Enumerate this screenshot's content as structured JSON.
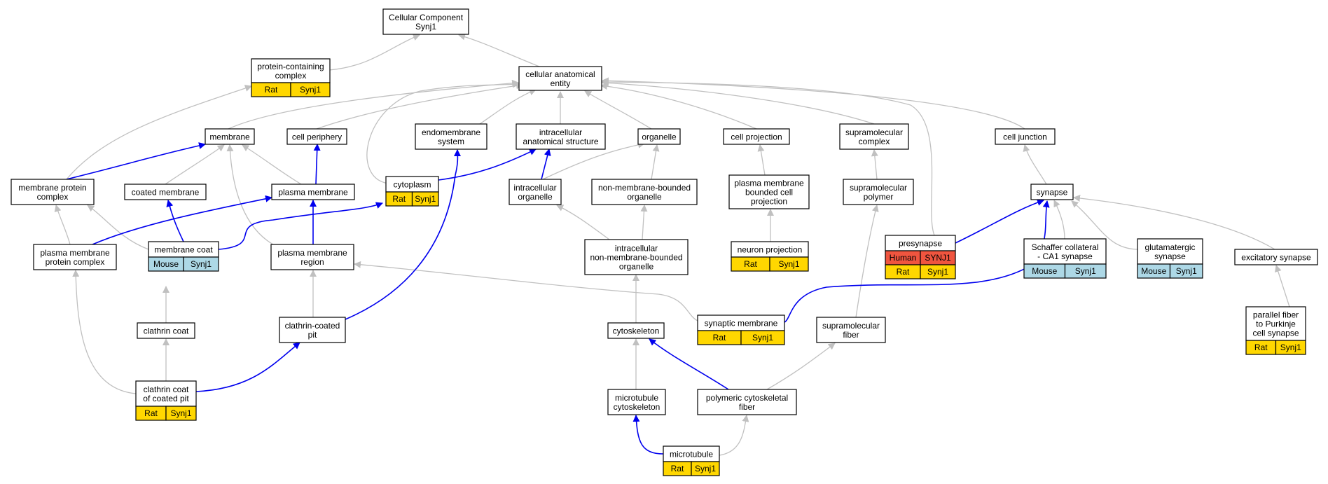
{
  "colors": {
    "edge_is_a": "#c0c0c0",
    "edge_part_of": "#0000ee",
    "node_border": "#000000",
    "rat": "#ffd700",
    "mouse": "#add8e6",
    "human": "#f0553f"
  },
  "nodes": [
    {
      "id": "root",
      "lines": [
        "Cellular Component",
        "Synj1"
      ]
    },
    {
      "id": "pcc",
      "lines": [
        "protein-containing",
        "complex"
      ],
      "species": [
        {
          "org": "Rat",
          "gene": "Synj1"
        }
      ]
    },
    {
      "id": "cae",
      "lines": [
        "cellular anatomical",
        "entity"
      ]
    },
    {
      "id": "membrane",
      "lines": [
        "membrane"
      ]
    },
    {
      "id": "cellperiph",
      "lines": [
        "cell periphery"
      ]
    },
    {
      "id": "endomem",
      "lines": [
        "endomembrane",
        "system"
      ]
    },
    {
      "id": "ias",
      "lines": [
        "intracellular",
        "anatomical structure"
      ]
    },
    {
      "id": "organelle",
      "lines": [
        "organelle"
      ]
    },
    {
      "id": "cellproj",
      "lines": [
        "cell projection"
      ]
    },
    {
      "id": "supracomplex",
      "lines": [
        "supramolecular",
        "complex"
      ]
    },
    {
      "id": "celljunction",
      "lines": [
        "cell junction"
      ]
    },
    {
      "id": "mpc",
      "lines": [
        "membrane protein",
        "complex"
      ]
    },
    {
      "id": "coatedmem",
      "lines": [
        "coated membrane"
      ]
    },
    {
      "id": "plasmamem",
      "lines": [
        "plasma membrane"
      ]
    },
    {
      "id": "cytoplasm",
      "lines": [
        "cytoplasm"
      ],
      "species": [
        {
          "org": "Rat",
          "gene": "Synj1"
        }
      ]
    },
    {
      "id": "intraorg",
      "lines": [
        "intracellular",
        "organelle"
      ]
    },
    {
      "id": "nmbo",
      "lines": [
        "non-membrane-bounded",
        "organelle"
      ]
    },
    {
      "id": "pmbcp",
      "lines": [
        "plasma membrane",
        "bounded cell",
        "projection"
      ]
    },
    {
      "id": "suprapoly",
      "lines": [
        "supramolecular",
        "polymer"
      ]
    },
    {
      "id": "synapse",
      "lines": [
        "synapse"
      ]
    },
    {
      "id": "pmpc",
      "lines": [
        "plasma membrane",
        "protein complex"
      ]
    },
    {
      "id": "memcoat",
      "lines": [
        "membrane coat"
      ],
      "species": [
        {
          "org": "Mouse",
          "gene": "Synj1"
        }
      ]
    },
    {
      "id": "pmregion",
      "lines": [
        "plasma membrane",
        "region"
      ]
    },
    {
      "id": "inmbo",
      "lines": [
        "intracellular",
        "non-membrane-bounded",
        "organelle"
      ]
    },
    {
      "id": "neuronproj",
      "lines": [
        "neuron projection"
      ],
      "species": [
        {
          "org": "Rat",
          "gene": "Synj1"
        }
      ]
    },
    {
      "id": "presynapse",
      "lines": [
        "presynapse"
      ],
      "species": [
        {
          "org": "Human",
          "gene": "SYNJ1"
        },
        {
          "org": "Rat",
          "gene": "Synj1"
        }
      ]
    },
    {
      "id": "schaffer",
      "lines": [
        "Schaffer collateral",
        "- CA1 synapse"
      ],
      "species": [
        {
          "org": "Mouse",
          "gene": "Synj1"
        }
      ]
    },
    {
      "id": "glutsyn",
      "lines": [
        "glutamatergic",
        "synapse"
      ],
      "species": [
        {
          "org": "Mouse",
          "gene": "Synj1"
        }
      ]
    },
    {
      "id": "excsyn",
      "lines": [
        "excitatory synapse"
      ]
    },
    {
      "id": "clathrincoat",
      "lines": [
        "clathrin coat"
      ]
    },
    {
      "id": "ccpit",
      "lines": [
        "clathrin-coated",
        "pit"
      ]
    },
    {
      "id": "cytoskel",
      "lines": [
        "cytoskeleton"
      ]
    },
    {
      "id": "synmem",
      "lines": [
        "synaptic membrane"
      ],
      "species": [
        {
          "org": "Rat",
          "gene": "Synj1"
        }
      ]
    },
    {
      "id": "suprafiber",
      "lines": [
        "supramolecular",
        "fiber"
      ]
    },
    {
      "id": "pfpurk",
      "lines": [
        "parallel fiber",
        "to Purkinje",
        "cell synapse"
      ],
      "species": [
        {
          "org": "Rat",
          "gene": "Synj1"
        }
      ]
    },
    {
      "id": "ccoatpit",
      "lines": [
        "clathrin coat",
        "of coated pit"
      ],
      "species": [
        {
          "org": "Rat",
          "gene": "Synj1"
        }
      ]
    },
    {
      "id": "mtcytoskel",
      "lines": [
        "microtubule",
        "cytoskeleton"
      ]
    },
    {
      "id": "pcf",
      "lines": [
        "polymeric cytoskeletal",
        "fiber"
      ]
    },
    {
      "id": "microtubule",
      "lines": [
        "microtubule"
      ],
      "species": [
        {
          "org": "Rat",
          "gene": "Synj1"
        }
      ]
    }
  ]
}
